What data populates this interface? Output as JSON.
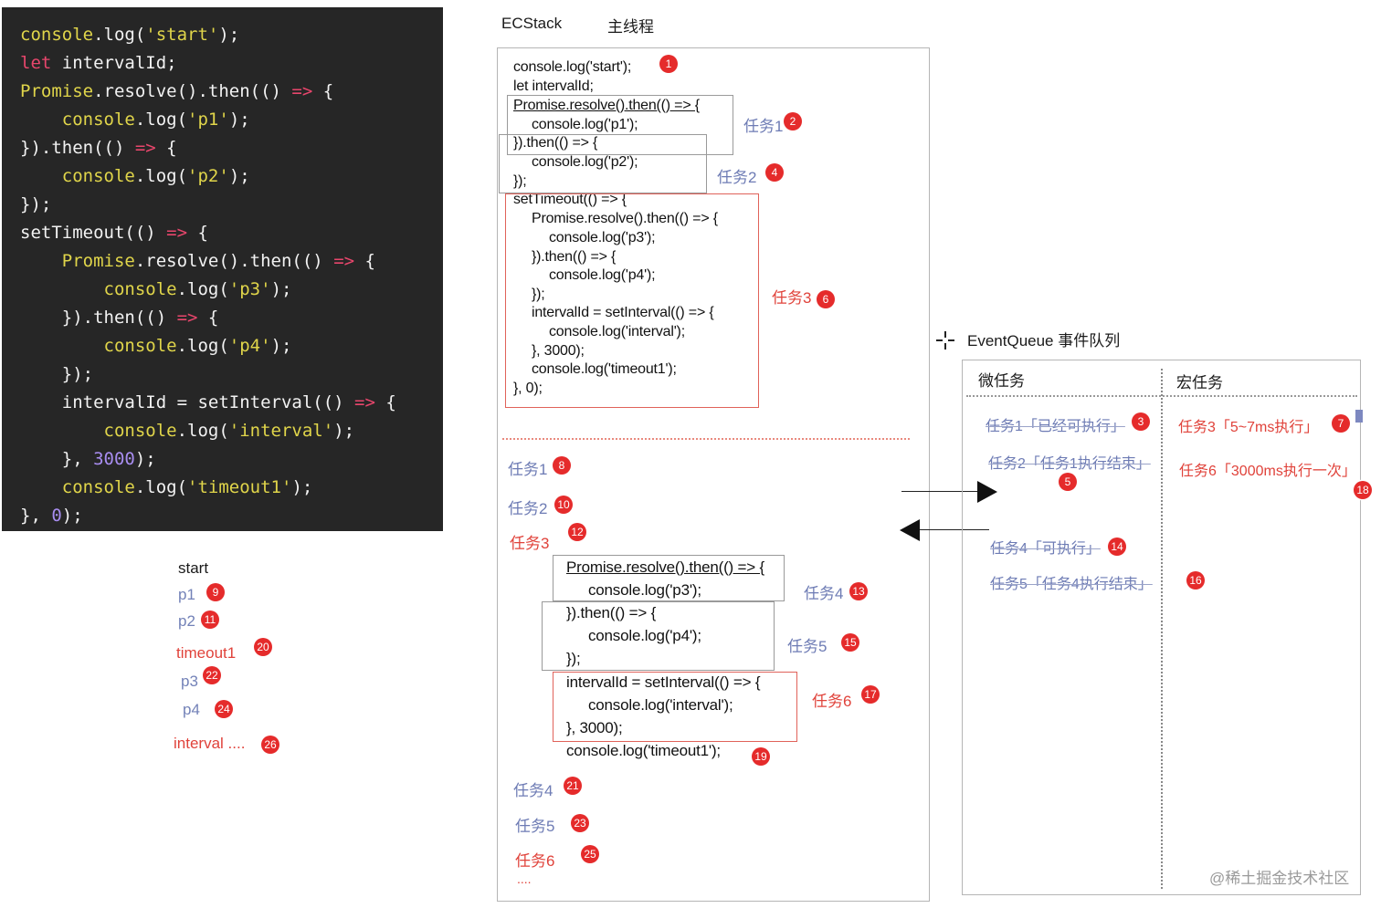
{
  "code_lines": [
    [
      [
        "console",
        "id"
      ],
      [
        ".log(",
        "plain"
      ],
      [
        "'start'",
        "str"
      ],
      [
        ");",
        "plain"
      ]
    ],
    [
      [
        "let",
        "kw"
      ],
      [
        " intervalId;",
        "plain"
      ]
    ],
    [
      [
        "Promise",
        "id"
      ],
      [
        ".resolve().then(() ",
        "plain"
      ],
      [
        "=>",
        "arrow"
      ],
      [
        " {",
        "plain"
      ]
    ],
    [
      [
        "    ",
        "plain"
      ],
      [
        "console",
        "id"
      ],
      [
        ".log(",
        "plain"
      ],
      [
        "'p1'",
        "str"
      ],
      [
        ");",
        "plain"
      ]
    ],
    [
      [
        "}).then(() ",
        "plain"
      ],
      [
        "=>",
        "arrow"
      ],
      [
        " {",
        "plain"
      ]
    ],
    [
      [
        "    ",
        "plain"
      ],
      [
        "console",
        "id"
      ],
      [
        ".log(",
        "plain"
      ],
      [
        "'p2'",
        "str"
      ],
      [
        ");",
        "plain"
      ]
    ],
    [
      [
        "});",
        "plain"
      ]
    ],
    [
      [
        "setTimeout(() ",
        "plain"
      ],
      [
        "=>",
        "arrow"
      ],
      [
        " {",
        "plain"
      ]
    ],
    [
      [
        "    ",
        "plain"
      ],
      [
        "Promise",
        "id"
      ],
      [
        ".resolve().then(() ",
        "plain"
      ],
      [
        "=>",
        "arrow"
      ],
      [
        " {",
        "plain"
      ]
    ],
    [
      [
        "        ",
        "plain"
      ],
      [
        "console",
        "id"
      ],
      [
        ".log(",
        "plain"
      ],
      [
        "'p3'",
        "str"
      ],
      [
        ");",
        "plain"
      ]
    ],
    [
      [
        "    }).then(() ",
        "plain"
      ],
      [
        "=>",
        "arrow"
      ],
      [
        " {",
        "plain"
      ]
    ],
    [
      [
        "        ",
        "plain"
      ],
      [
        "console",
        "id"
      ],
      [
        ".log(",
        "plain"
      ],
      [
        "'p4'",
        "str"
      ],
      [
        ");",
        "plain"
      ]
    ],
    [
      [
        "    });",
        "plain"
      ]
    ],
    [
      [
        "    intervalId = setInterval(() ",
        "plain"
      ],
      [
        "=>",
        "arrow"
      ],
      [
        " {",
        "plain"
      ]
    ],
    [
      [
        "        ",
        "plain"
      ],
      [
        "console",
        "id"
      ],
      [
        ".log(",
        "plain"
      ],
      [
        "'interval'",
        "str"
      ],
      [
        ");",
        "plain"
      ]
    ],
    [
      [
        "    }, ",
        "plain"
      ],
      [
        "3000",
        "num"
      ],
      [
        ");",
        "plain"
      ]
    ],
    [
      [
        "    ",
        "plain"
      ],
      [
        "console",
        "id"
      ],
      [
        ".log(",
        "plain"
      ],
      [
        "'timeout1'",
        "str"
      ],
      [
        ");",
        "plain"
      ]
    ],
    [
      [
        "}, ",
        "plain"
      ],
      [
        "0",
        "num"
      ],
      [
        ");",
        "plain"
      ]
    ]
  ],
  "output": {
    "start": "start",
    "p1": "p1",
    "p2": "p2",
    "timeout1": "timeout1",
    "p3": "p3",
    "p4": "p4",
    "interval": "interval ...."
  },
  "headers": {
    "ecstack": "ECStack",
    "main_thread": "主线程",
    "event_queue": "EventQueue 事件队列",
    "micro": "微任务",
    "macro": "宏任务"
  },
  "stack_lines": {
    "l1": "console.log('start');",
    "l2": "let intervalId;",
    "l3": "Promise.resolve().then(() => {",
    "l4": "console.log('p1');",
    "l5": "}).then(() => {",
    "l6": "console.log('p2');",
    "l7": "});",
    "l8": "setTimeout(() => {",
    "l9": "Promise.resolve().then(() => {",
    "l10": "console.log('p3');",
    "l11": "}).then(() => {",
    "l12": "console.log('p4');",
    "l13": "});",
    "l14": "intervalId = setInterval(() => {",
    "l15": "console.log('interval');",
    "l16": "}, 3000);",
    "l17": "console.log('timeout1');",
    "l18": "}, 0);"
  },
  "lower_lines": {
    "l1": "Promise.resolve().then(() => {",
    "l2": "console.log('p3');",
    "l3": "}).then(() => {",
    "l4": "console.log('p4');",
    "l5": "});",
    "l6": "intervalId = setInterval(() => {",
    "l7": "console.log('interval');",
    "l8": "}, 3000);",
    "l9": "console.log('timeout1');"
  },
  "tasks": {
    "t1": "任务1",
    "t2": "任务2",
    "t3": "任务3",
    "t4": "任务4",
    "t5": "任务5",
    "t6": "任务6",
    "ellipsis": "...."
  },
  "queue": {
    "m1": "任务1「已经可执行」",
    "m2": "任务2「任务1执行结束」",
    "m3": "任务4「可执行」",
    "m4": "任务5「任务4执行结束」",
    "M1": "任务3「5~7ms执行」",
    "M2": "任务6「3000ms执行一次」"
  },
  "badges": [
    "1",
    "2",
    "3",
    "4",
    "5",
    "6",
    "7",
    "8",
    "9",
    "10",
    "11",
    "12",
    "13",
    "14",
    "15",
    "16",
    "17",
    "18",
    "19",
    "20",
    "21",
    "22",
    "23",
    "24",
    "25",
    "26"
  ],
  "watermark": "@稀土掘金技术社区",
  "colors": {
    "badge": "#e52b2b",
    "task_blue": "#6d7bb4",
    "task_red": "#e0423a",
    "code_bg": "#262626"
  }
}
